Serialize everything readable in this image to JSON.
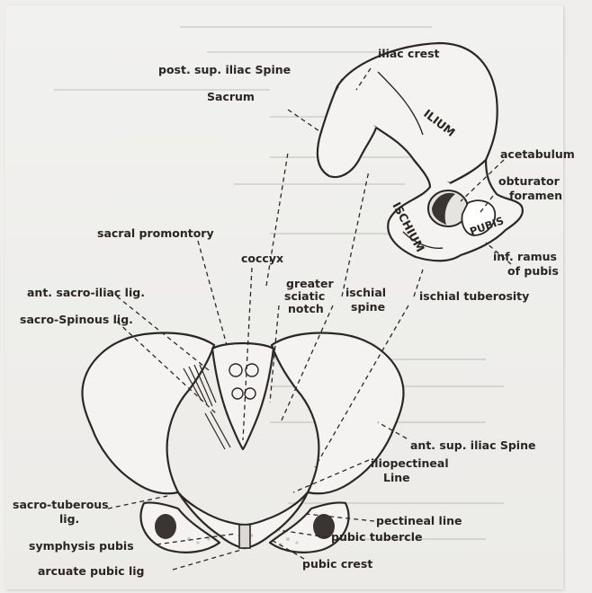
{
  "labels": {
    "iliac_crest": "iliac crest",
    "post_sup_iliac_spine": "post. sup. iliac Spine",
    "sacrum": "Sacrum",
    "ilium": "ILIUM",
    "acetabulum": "acetabulum",
    "obturator_foramen_1": "obturator",
    "obturator_foramen_2": "foramen",
    "ischium": "ISCHIUM",
    "pubis": "PUBIS",
    "inf_ramus_1": "inf. ramus",
    "inf_ramus_2": "of pubis",
    "sacral_promontory": "sacral promontory",
    "coccyx": "coccyx",
    "greater_sciatic_1": "greater",
    "greater_sciatic_2": "sciatic",
    "greater_sciatic_3": "notch",
    "ischial_spine_1": "ischial",
    "ischial_spine_2": "spine",
    "ischial_tuberosity": "ischial tuberosity",
    "ant_sacro_iliac": "ant. sacro-iliac lig.",
    "sacro_spinous": "sacro-Spinous lig.",
    "ant_sup_iliac": "ant. sup. iliac Spine",
    "iliopectineal_1": "iliopectineal",
    "iliopectineal_2": "Line",
    "sacro_tuberous_1": "sacro-tuberous",
    "sacro_tuberous_2": "lig.",
    "pectineal_line": "pectineal line",
    "symphysis_pubis": "symphysis pubis",
    "pubic_tubercle": "pubic tubercle",
    "arcuate_pubic": "arcuate pubic lig",
    "pubic_crest": "pubic crest"
  },
  "colors": {
    "ink": "#2c2725",
    "paper": "#f1f1ef",
    "background": "#efeeec"
  }
}
